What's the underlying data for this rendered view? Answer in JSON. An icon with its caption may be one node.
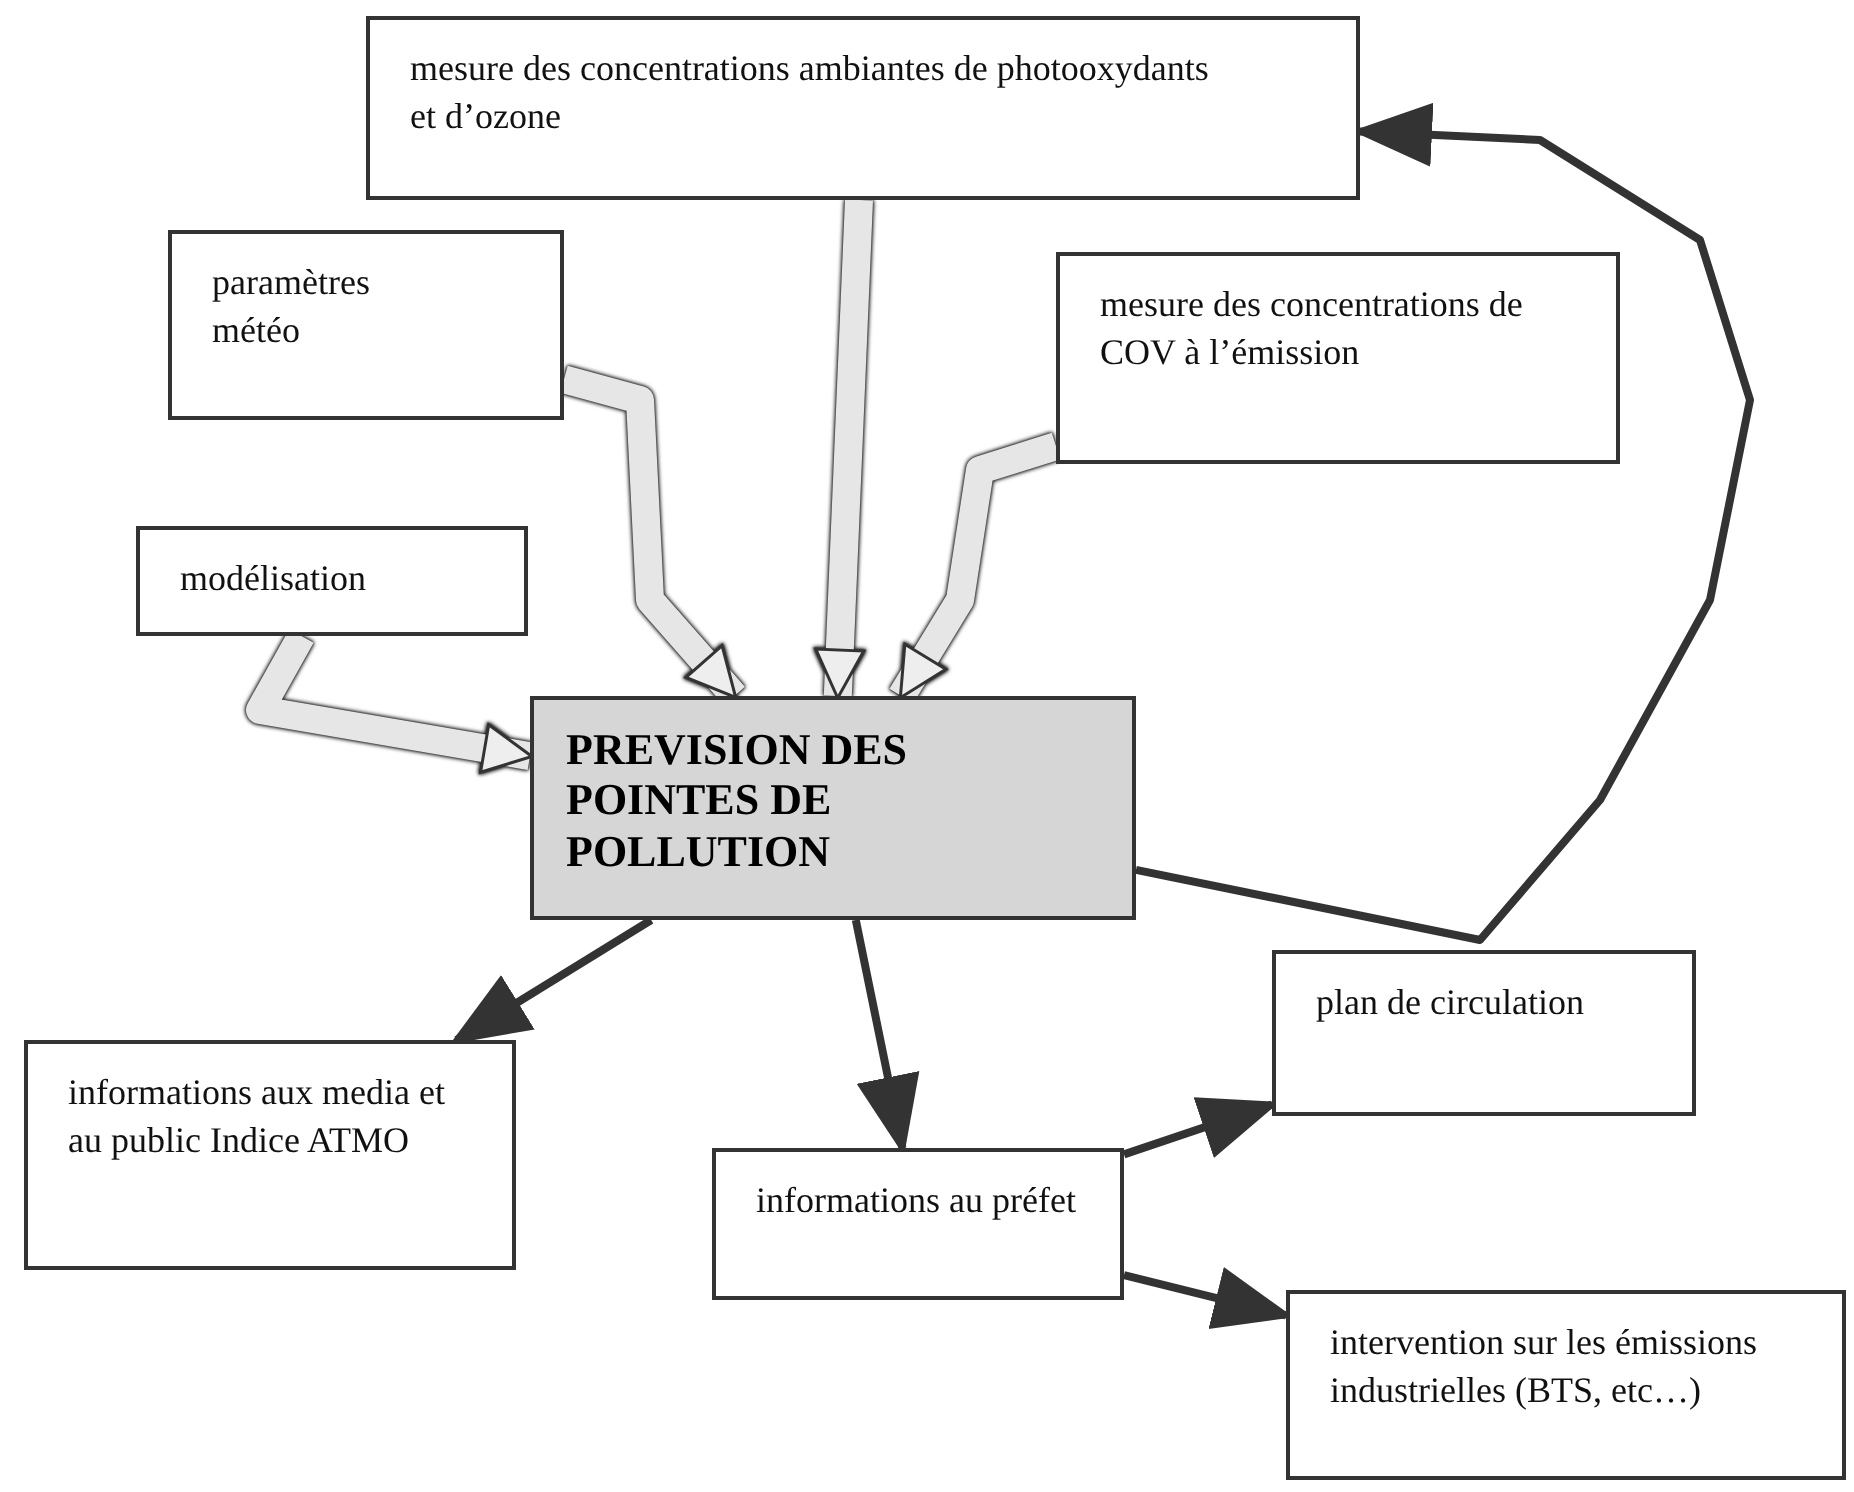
{
  "diagram": {
    "nodes": [
      {
        "text": [
          "mesure des concentrations ambiantes de photooxydants et d’ozone"
        ]
      },
      {
        "text": [
          "paramètres météo"
        ]
      },
      {
        "text": [
          "mesure des concentrations de COV à l’émission"
        ]
      },
      {
        "text": [
          "modélisation"
        ]
      },
      {
        "text": [
          "PREVISION DES POINTES DE POLLUTION"
        ]
      },
      {
        "text": [
          "informations aux media et au public Indice ATMO"
        ]
      },
      {
        "text": [
          "informations au préfet"
        ]
      },
      {
        "text": [
          "plan de circulation"
        ]
      },
      {
        "text": [
          "intervention sur les émissions industrielles (BTS, etc…)"
        ]
      }
    ],
    "edges": [
      {
        "from": 3,
        "to": 4,
        "arrow": "to",
        "style": "thick",
        "color": "#e6e6e6"
      },
      {
        "from": 1,
        "to": 4,
        "arrow": "to",
        "style": "thick",
        "color": "#e6e6e6"
      },
      {
        "from": 0,
        "to": 4,
        "arrow": "to",
        "style": "thick",
        "color": "#e6e6e6"
      },
      {
        "from": 2,
        "to": 4,
        "arrow": "to",
        "style": "thick",
        "color": "#e6e6e6"
      },
      {
        "from": 4,
        "to": 0,
        "arrow": "to"
      },
      {
        "from": 4,
        "to": 5,
        "arrow": "to"
      },
      {
        "from": 4,
        "to": 6,
        "arrow": "to"
      },
      {
        "from": 6,
        "to": 7,
        "arrow": "to"
      },
      {
        "from": 6,
        "to": 8,
        "arrow": "to"
      }
    ]
  }
}
